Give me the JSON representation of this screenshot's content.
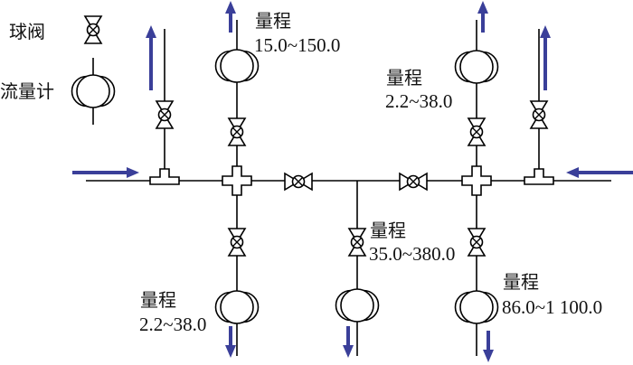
{
  "legend": {
    "valve_label": "球阀",
    "meter_label": "流量计"
  },
  "meters": [
    {
      "label": "量程",
      "range": "15.0~150.0"
    },
    {
      "label": "量程",
      "range": "2.2~38.0"
    },
    {
      "label": "量程",
      "range": "2.2~38.0"
    },
    {
      "label": "量程",
      "range": "35.0~380.0"
    },
    {
      "label": "量程",
      "range": "86.0~1 100.0"
    }
  ],
  "colors": {
    "arrow": "#3a3f99",
    "line": "#000000"
  }
}
